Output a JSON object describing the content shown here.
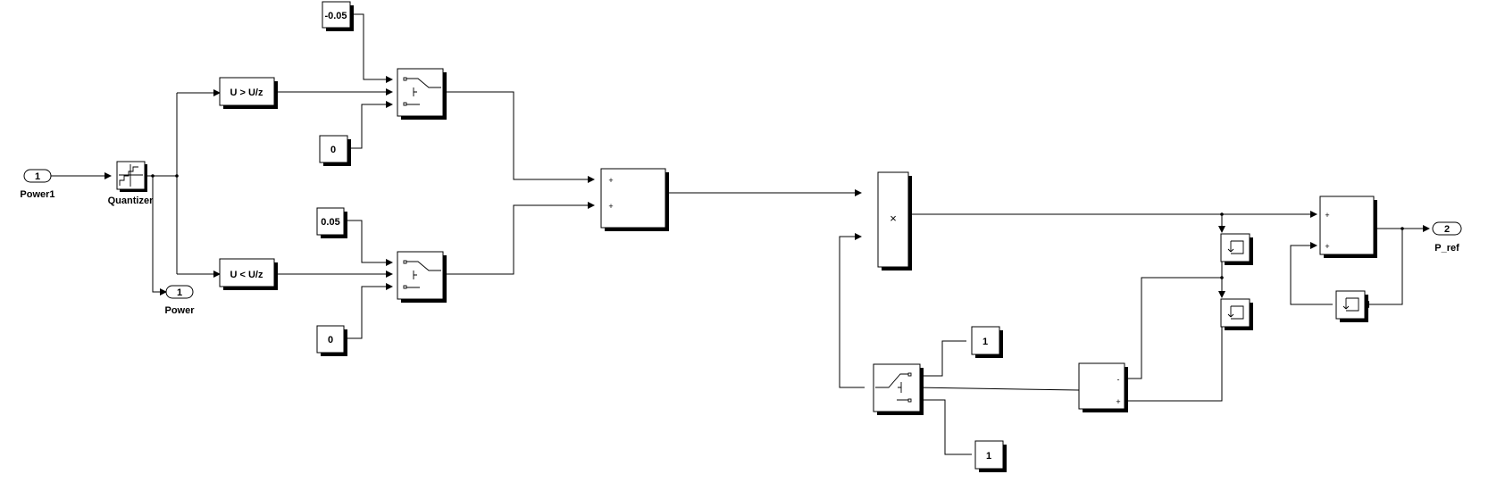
{
  "diagram": {
    "inport": {
      "number": "1",
      "name": "Power1"
    },
    "quantizer": {
      "name": "Quantizer"
    },
    "outport_power": {
      "number": "1",
      "name": "Power"
    },
    "outport_pref": {
      "number": "2",
      "name": "P_ref"
    },
    "compare_gt": {
      "label": "U > U/z"
    },
    "compare_lt": {
      "label": "U < U/z"
    },
    "const_neg": {
      "value": "-0.05"
    },
    "const_zero_top": {
      "value": "0"
    },
    "const_pos": {
      "value": "0.05"
    },
    "const_zero_bottom": {
      "value": "0"
    },
    "const_one_top": {
      "value": "1"
    },
    "const_one_bottom": {
      "value": "1"
    },
    "sum_main": {
      "signs": [
        "+",
        "+"
      ]
    },
    "product": {
      "symbol": "×"
    },
    "sum_diff": {
      "signs": [
        "-",
        "+"
      ]
    },
    "sum_out": {
      "signs": [
        "+",
        "+"
      ]
    }
  }
}
